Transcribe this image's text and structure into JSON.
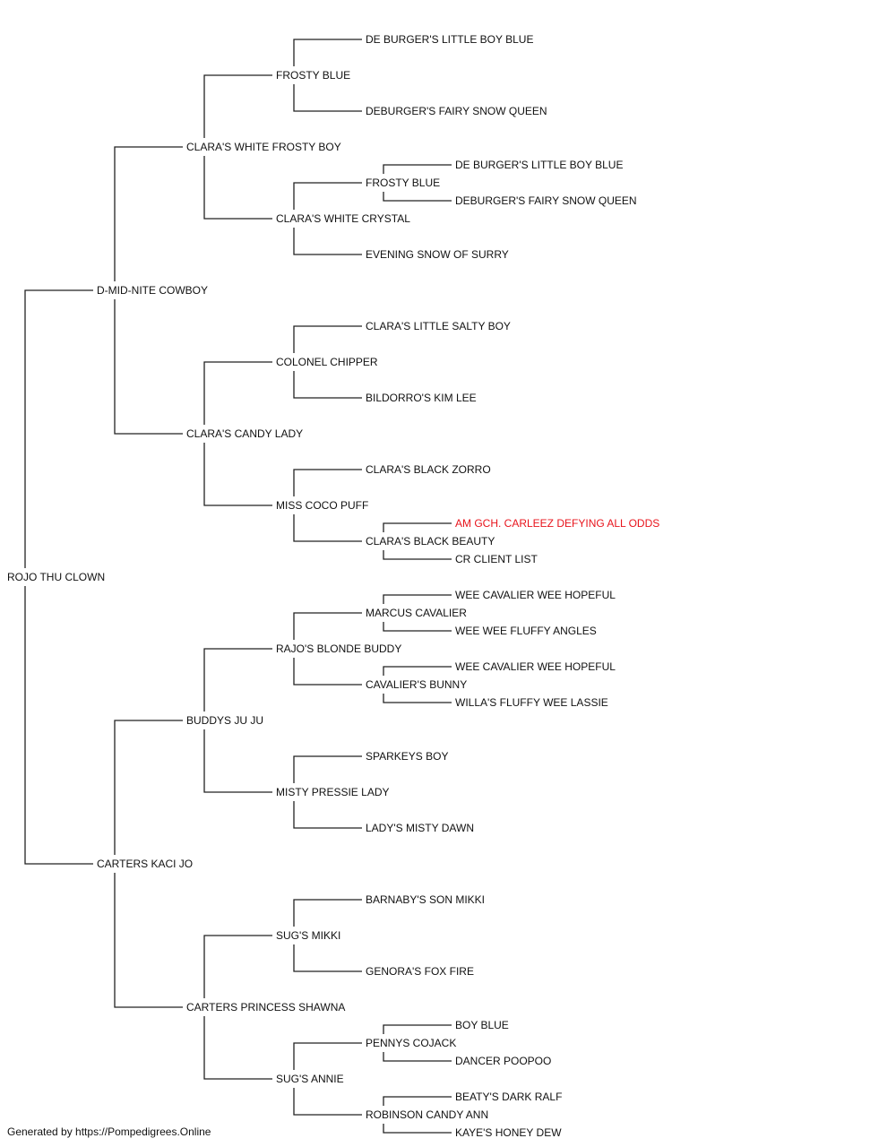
{
  "footer": "Generated by https://Pompedigrees.Online",
  "colors": {
    "text": "#111111",
    "line": "#222222",
    "highlight": "#e8141c"
  },
  "pedigree": {
    "name": "ROJO THU CLOWN",
    "sire": {
      "name": "D-MID-NITE COWBOY",
      "sire": {
        "name": "CLARA'S WHITE FROSTY BOY",
        "sire": {
          "name": "FROSTY BLUE",
          "sire": {
            "name": "DE BURGER'S LITTLE BOY BLUE"
          },
          "dam": {
            "name": "DEBURGER'S FAIRY SNOW QUEEN"
          }
        },
        "dam": {
          "name": "CLARA'S WHITE CRYSTAL",
          "sire": {
            "name": "FROSTY BLUE",
            "sire": {
              "name": "DE BURGER'S LITTLE BOY BLUE"
            },
            "dam": {
              "name": "DEBURGER'S FAIRY SNOW QUEEN"
            }
          },
          "dam": {
            "name": "EVENING SNOW OF SURRY"
          }
        }
      },
      "dam": {
        "name": "CLARA'S CANDY LADY",
        "sire": {
          "name": "COLONEL CHIPPER",
          "sire": {
            "name": "CLARA'S LITTLE SALTY BOY"
          },
          "dam": {
            "name": "BILDORRO'S KIM LEE"
          }
        },
        "dam": {
          "name": "MISS COCO PUFF",
          "sire": {
            "name": "CLARA'S BLACK ZORRO"
          },
          "dam": {
            "name": "CLARA'S BLACK BEAUTY",
            "sire": {
              "name": "AM GCH. CARLEEZ DEFYING ALL ODDS",
              "highlight": true
            },
            "dam": {
              "name": "CR CLIENT LIST"
            }
          }
        }
      }
    },
    "dam": {
      "name": "CARTERS KACI JO",
      "sire": {
        "name": "BUDDYS JU JU",
        "sire": {
          "name": "RAJO'S BLONDE BUDDY",
          "sire": {
            "name": "MARCUS CAVALIER",
            "sire": {
              "name": "WEE CAVALIER WEE HOPEFUL"
            },
            "dam": {
              "name": "WEE WEE FLUFFY ANGLES"
            }
          },
          "dam": {
            "name": "CAVALIER'S BUNNY",
            "sire": {
              "name": "WEE CAVALIER WEE HOPEFUL"
            },
            "dam": {
              "name": "WILLA'S FLUFFY WEE LASSIE"
            }
          }
        },
        "dam": {
          "name": "MISTY PRESSIE LADY",
          "sire": {
            "name": "SPARKEYS BOY"
          },
          "dam": {
            "name": "LADY'S MISTY DAWN"
          }
        }
      },
      "dam": {
        "name": "CARTERS PRINCESS SHAWNA",
        "sire": {
          "name": "SUG'S MIKKI",
          "sire": {
            "name": "BARNABY'S SON MIKKI"
          },
          "dam": {
            "name": "GENORA'S FOX FIRE"
          }
        },
        "dam": {
          "name": "SUG'S ANNIE",
          "sire": {
            "name": "PENNYS COJACK",
            "sire": {
              "name": "BOY BLUE"
            },
            "dam": {
              "name": "DANCER POOPOO"
            }
          },
          "dam": {
            "name": "ROBINSON CANDY ANN",
            "sire": {
              "name": "BEATY'S DARK RALF"
            },
            "dam": {
              "name": "KAYE'S HONEY DEW"
            }
          }
        }
      }
    }
  }
}
